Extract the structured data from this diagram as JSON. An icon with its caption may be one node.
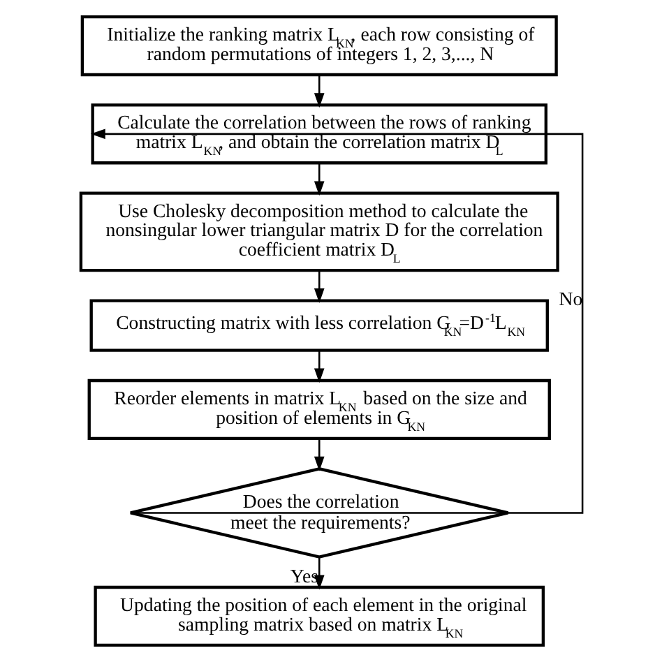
{
  "diagram": {
    "nodes": [
      {
        "text": [
          "Initialize the ranking matrix L$_{KN}$, each row consisting of random permutations of integers 1, 2, 3,..., N"
        ]
      },
      {
        "text": [
          "Calculate the correlation between the rows of ranking matrix L$_{KN}$, and obtain the correlation matrix D$_{L}$"
        ]
      },
      {
        "text": [
          "Use Cholesky decomposition method to calculate the nonsingular lower triangular matrix D for the correlation coefficient matrix D$_{L}$"
        ]
      },
      {
        "text": [
          "Constructing matrix with less correlation G$_{KN}$=D$^{-1}$L$_{KN}$"
        ]
      },
      {
        "text": [
          "Reorder elements in matrix L$_{KN}$ based on the size and position of elements in G$_{KN}$"
        ]
      },
      {
        "text": [
          "Does the correlation meet the requirements?"
        ]
      },
      {
        "text": [
          "Updating the position of each element in the original sampling matrix based on matrix L$_{KN}$"
        ]
      }
    ],
    "edges": [
      {
        "from": 0,
        "to": 1,
        "arrow": "to"
      },
      {
        "from": 1,
        "to": 2,
        "arrow": "to"
      },
      {
        "from": 2,
        "to": 3,
        "arrow": "to"
      },
      {
        "from": 3,
        "to": 4,
        "arrow": "to"
      },
      {
        "from": 4,
        "to": 5,
        "arrow": "to"
      },
      {
        "from": 5,
        "to": 1,
        "arrow": "to",
        "label": "No"
      },
      {
        "from": 5,
        "to": 6,
        "arrow": "to",
        "label": "Yes"
      }
    ]
  }
}
